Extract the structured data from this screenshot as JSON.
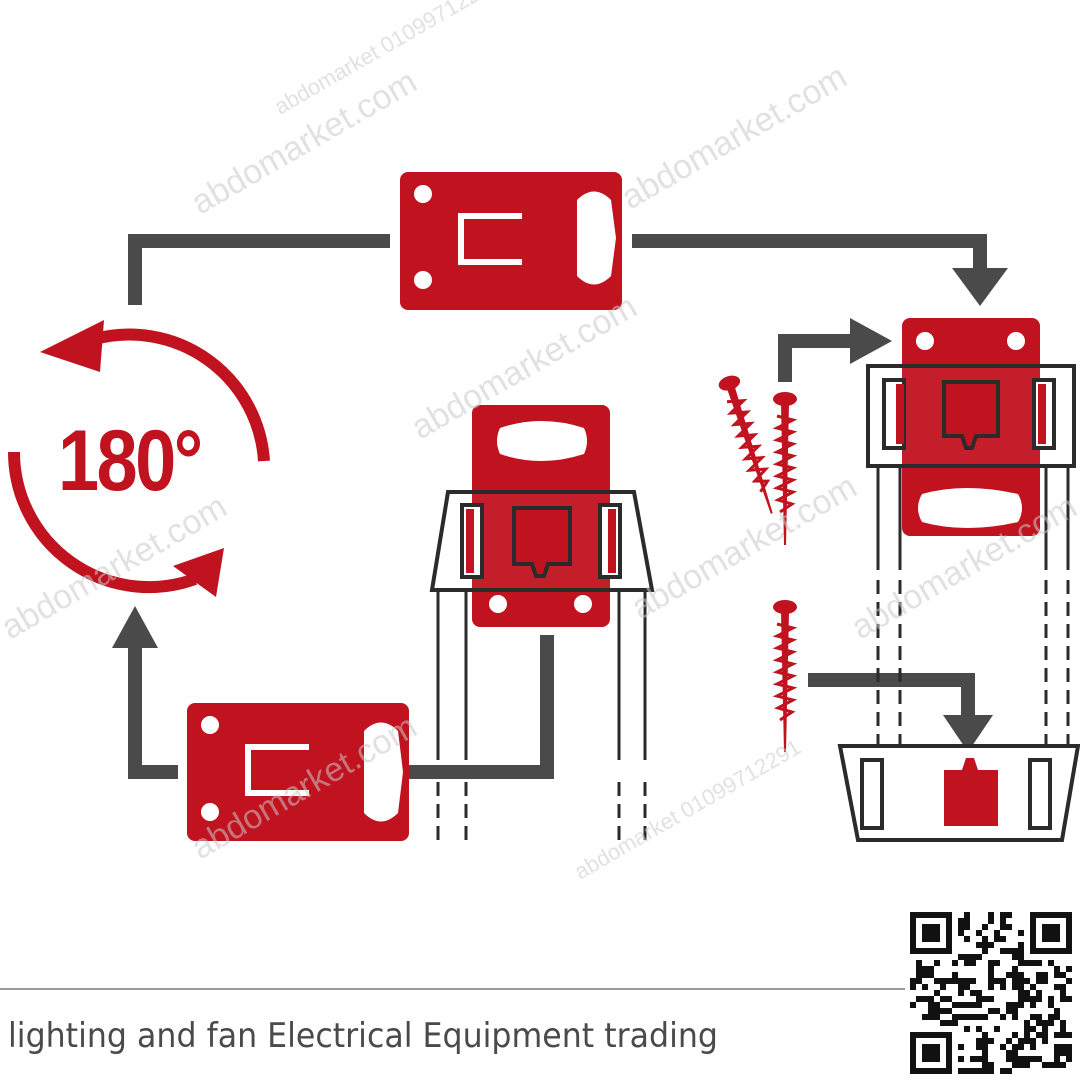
{
  "rotation": {
    "label": "180°"
  },
  "footer": {
    "company": "lighting and fan Electrical Equipment trading"
  },
  "watermark": {
    "brand": "abdomarket",
    "site": "abdomarket.com",
    "phone": "01099712291"
  },
  "colors": {
    "accent": "#c1121f",
    "arrow": "#4a4a4a",
    "outline": "#2b2b2b"
  },
  "icons": [
    "rotate-arrow-icon",
    "mounting-plate-icon",
    "clip-holder-icon",
    "screw-icon",
    "qr-code-icon"
  ]
}
